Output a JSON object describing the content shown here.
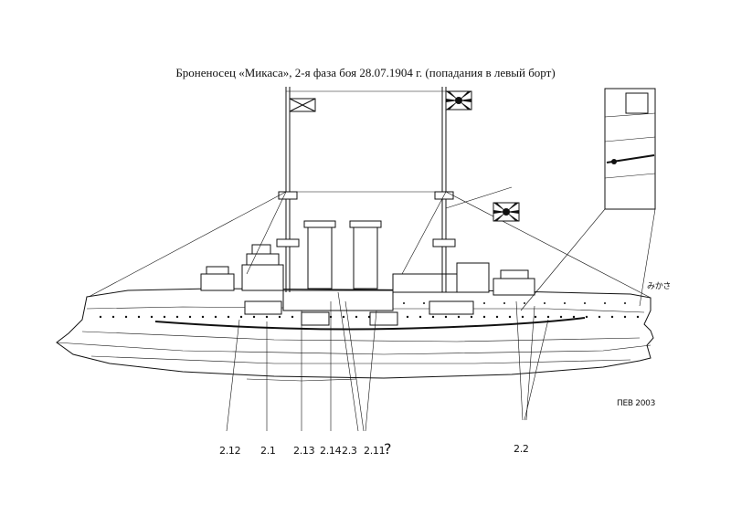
{
  "title": "Броненосец «Микаса», 2-я фаза боя 28.07.1904 г. (попадания в левый борт)",
  "hit_labels": [
    "2.12",
    "2.1",
    "2.13",
    "2.14",
    "2.3",
    "2.11",
    "?",
    "2.2"
  ],
  "japanese_script": "みかさ",
  "signature": "ПЕВ 2003"
}
